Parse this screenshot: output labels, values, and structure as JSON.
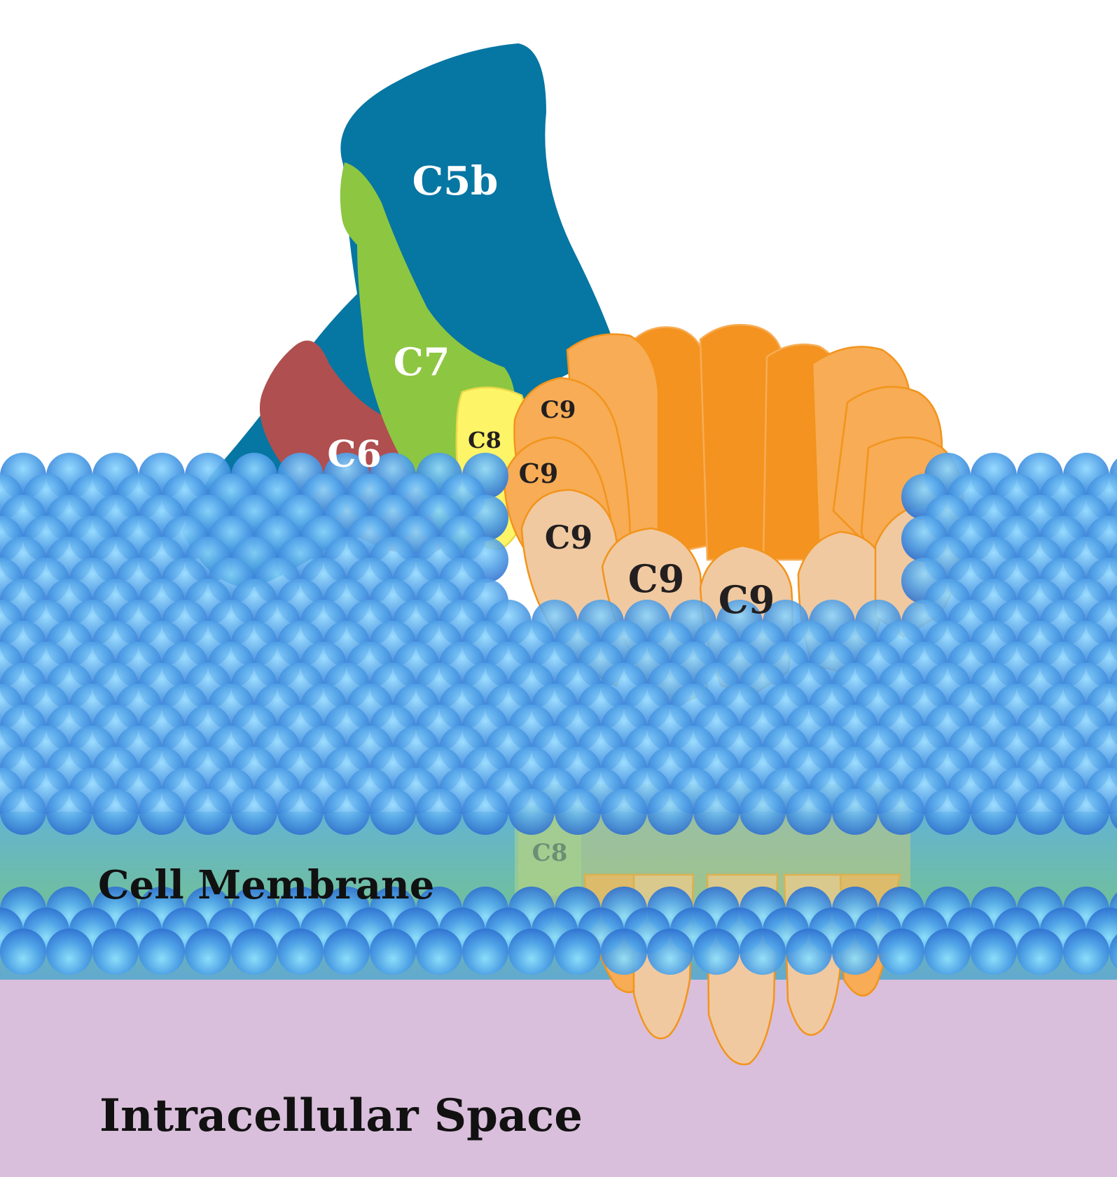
{
  "labels": {
    "c5b": "C5b",
    "c7": "C7",
    "c6": "C6",
    "c8": "C8",
    "c8_inner": "C8",
    "c9_1": "C9",
    "c9_2": "C9",
    "c9_3": "C9",
    "c9_4": "C9",
    "c9_5": "C9",
    "membrane": "Cell Membrane",
    "intracellular": "Intracellular Space"
  },
  "colors": {
    "c5b": "#0676a3",
    "c7": "#8dc641",
    "c6": "#b04f4f",
    "c8": "#fef467",
    "c9_dark": "#f4931f",
    "c9_mid": "#f7ac55",
    "c9_light": "#f0c9a0",
    "c9_outline": "#f2941c",
    "lipid_head": "#4aa3e8",
    "lipid_head_light": "#7fd0f7",
    "lipid_tail_zone": "#6fbfa6",
    "intracellular": "#d9bfdb"
  }
}
